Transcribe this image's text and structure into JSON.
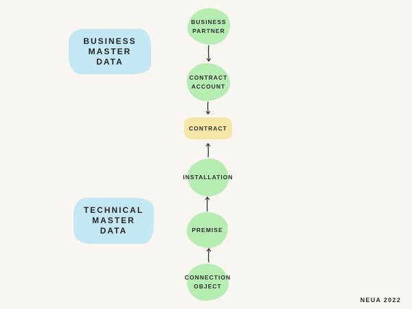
{
  "colors": {
    "background": "#f9f6f2",
    "node_green": "#b5edb3",
    "node_yellow": "#f6e7a6",
    "label_blue": "#c3e8f3",
    "ink": "#2e2e2e"
  },
  "category_labels": {
    "business": {
      "line1": "BUSINESS",
      "line2": "MASTER",
      "line3": "DATA"
    },
    "technical": {
      "line1": "TECHNICAL",
      "line2": "MASTER",
      "line3": "DATA"
    }
  },
  "nodes": {
    "business_partner": {
      "line1": "BUSINESS",
      "line2": "PARTNER"
    },
    "contract_account": {
      "line1": "CONTRACT",
      "line2": "ACCOUNT"
    },
    "contract": {
      "label": "CONTRACT"
    },
    "installation": {
      "label": "INSTALLATION"
    },
    "premise": {
      "label": "PREMISE"
    },
    "connection_object": {
      "line1": "CONNECTION",
      "line2": "OBJECT"
    }
  },
  "flow": {
    "down_arrows": "business partner to contract account to contract",
    "up_arrows": "connection object to premise to installation to contract"
  },
  "footer": {
    "credit": "NEUA 2022"
  }
}
